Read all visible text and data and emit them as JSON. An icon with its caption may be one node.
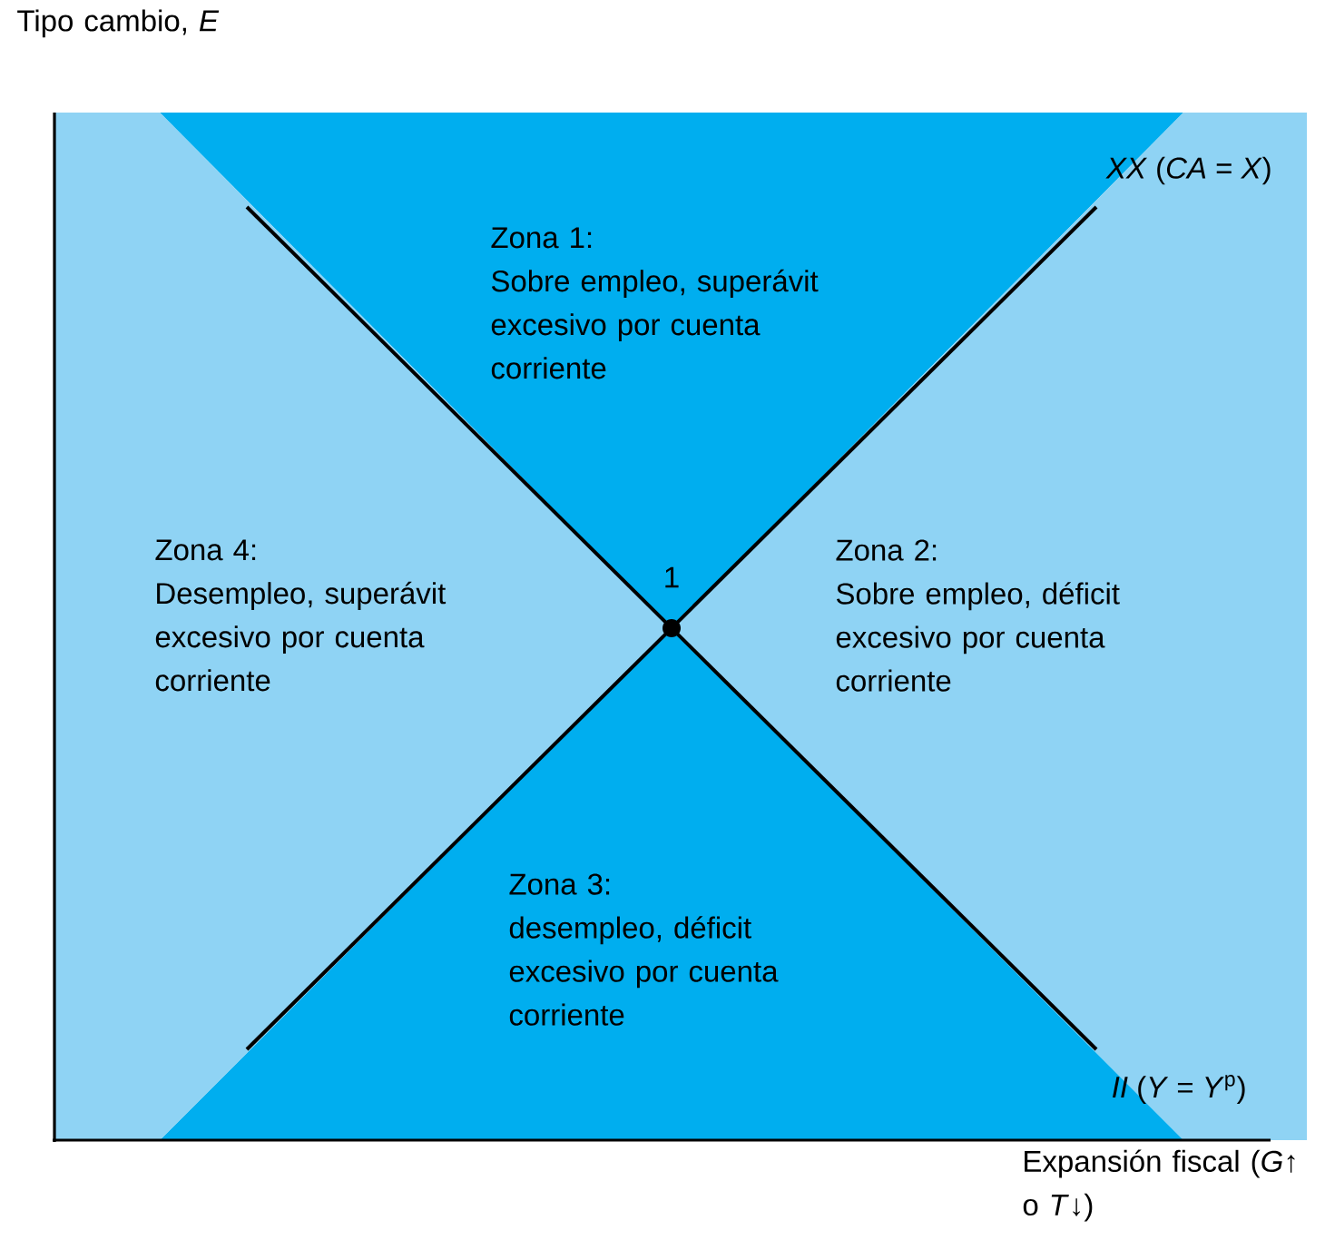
{
  "diagram": {
    "nodes": [
      {
        "text": [
          "Zona 1:",
          "Sobre empleo, superávit excesivo por cuenta corriente"
        ]
      },
      {
        "text": [
          "Zona 2:",
          "Sobre empleo, déficit excesivo por cuenta corriente"
        ]
      },
      {
        "text": [
          "Zona 3:",
          "desempleo, déficit excesivo por cuenta corriente"
        ]
      },
      {
        "text": [
          "Zona 4:",
          "Desempleo, superávit excesivo por cuenta corriente"
        ]
      }
    ],
    "labels": [
      "Tipo cambio, *E*",
      "*XX* (*CA* = *X*)",
      "1",
      "*II* (*Y* = *Y*$^{p}$)",
      "Expansión fiscal (*G*↑ o *T*↓)"
    ]
  }
}
